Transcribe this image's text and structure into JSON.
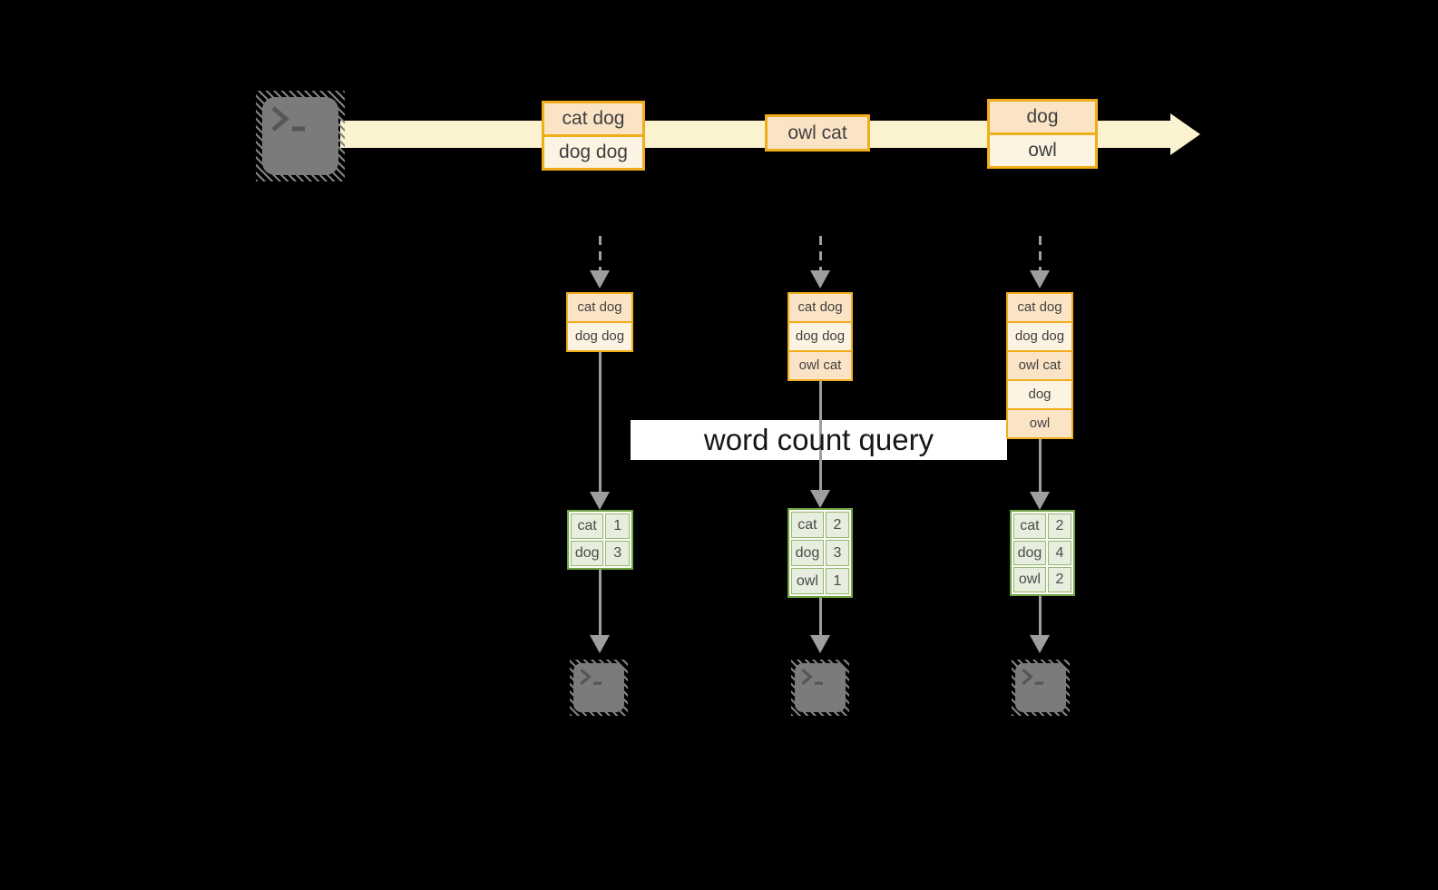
{
  "colors": {
    "background": "#000000",
    "stream_band": "#FBF2CF",
    "record_fill_peach": "#FBE4C6",
    "record_fill_cream": "#FDF3E3",
    "record_border_orange": "#F0AE1C",
    "table_border_green": "#6FA43F",
    "table_cell_green": "#E7EEDD",
    "arrow_gray": "#9E9E9E",
    "terminal_gray": "#7B7B7B",
    "banner_bg": "#FFFFFF",
    "record_text": "#3F3F3F"
  },
  "stream": {
    "batches": [
      {
        "lines": [
          "cat dog",
          "dog dog"
        ]
      },
      {
        "lines": [
          "owl cat"
        ]
      },
      {
        "lines": [
          "dog",
          "owl"
        ]
      }
    ]
  },
  "windows": [
    {
      "lines": [
        "cat dog",
        "dog dog"
      ]
    },
    {
      "lines": [
        "cat dog",
        "dog dog",
        "owl cat"
      ]
    },
    {
      "lines": [
        "cat dog",
        "dog dog",
        "owl cat",
        "dog",
        "owl"
      ]
    }
  ],
  "query": {
    "label": "word count query"
  },
  "tables": [
    {
      "rows": [
        {
          "word": "cat",
          "count": "1"
        },
        {
          "word": "dog",
          "count": "3"
        }
      ]
    },
    {
      "rows": [
        {
          "word": "cat",
          "count": "2"
        },
        {
          "word": "dog",
          "count": "3"
        },
        {
          "word": "owl",
          "count": "1"
        }
      ]
    },
    {
      "rows": [
        {
          "word": "cat",
          "count": "2"
        },
        {
          "word": "dog",
          "count": "4"
        },
        {
          "word": "owl",
          "count": "2"
        }
      ]
    }
  ]
}
